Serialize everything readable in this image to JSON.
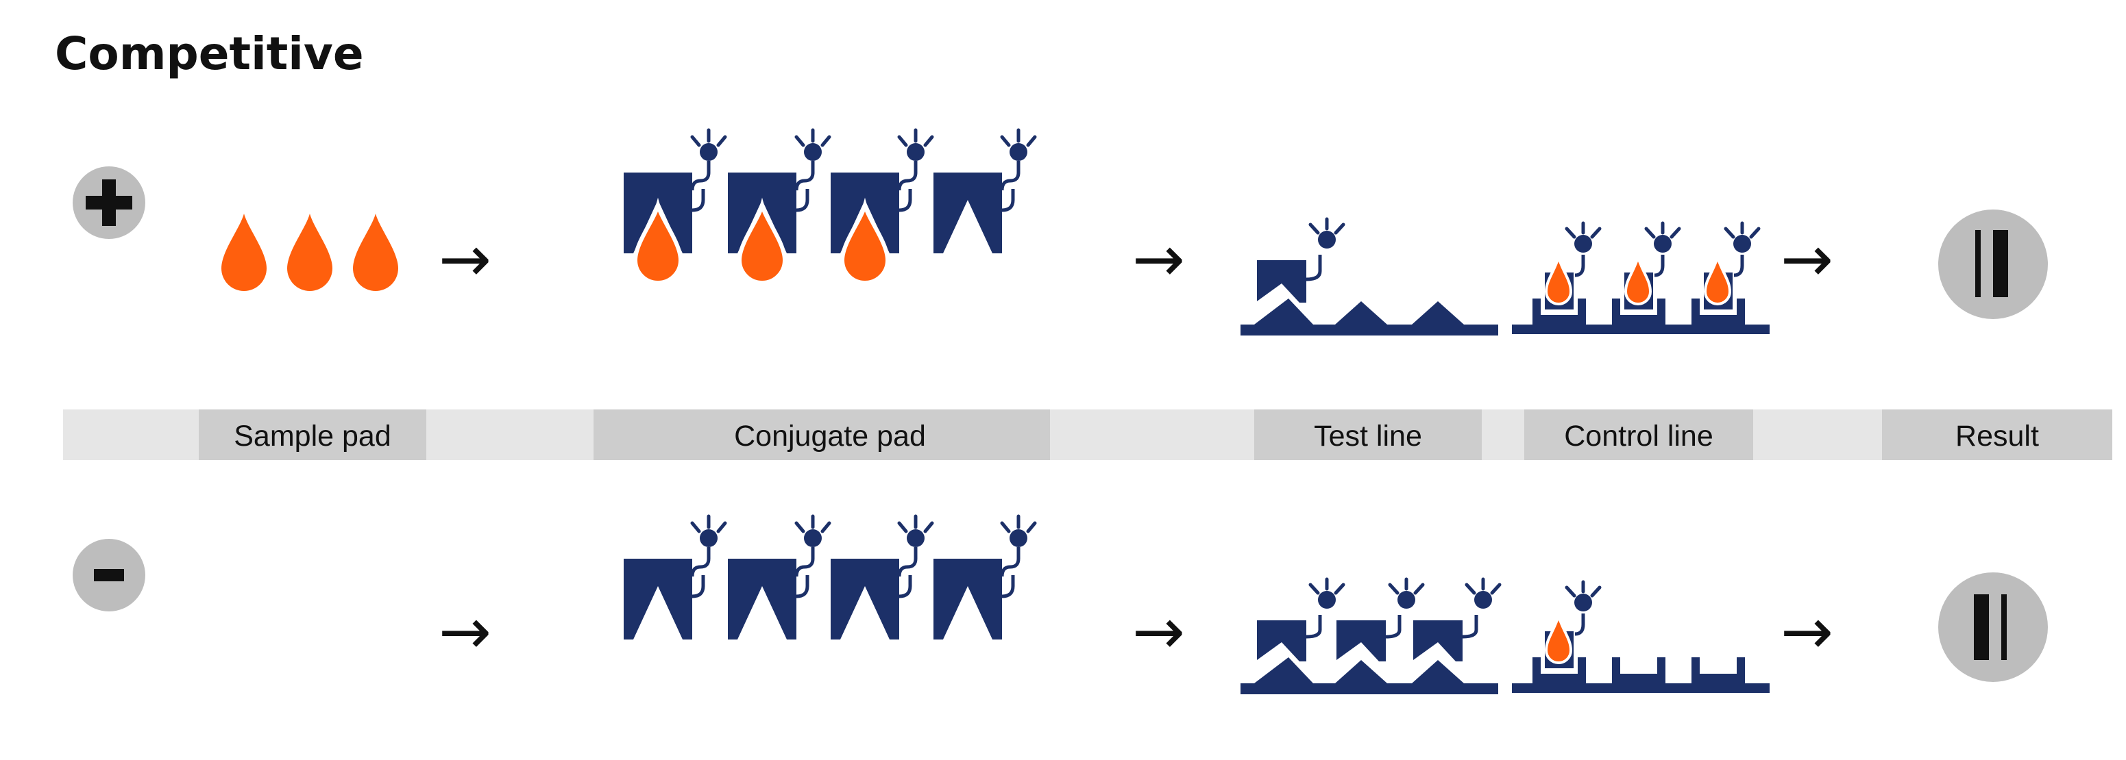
{
  "title": "Competitive",
  "rows": {
    "positive": {
      "sign": "+",
      "sign_icon": "plus-icon"
    },
    "negative": {
      "sign": "–",
      "sign_icon": "minus-icon"
    }
  },
  "strip": {
    "labels": {
      "sample_pad": "Sample pad",
      "conjugate_pad": "Conjugate pad",
      "test_line": "Test line",
      "control_line": "Control line",
      "result": "Result"
    }
  },
  "arrow_glyph": "→",
  "colors": {
    "navy": "#1c3068",
    "orange": "#ff5f0d",
    "strip_light": "#e6e6e6",
    "strip_dark": "#cdcdcd",
    "circle_grey": "#bdbdbd",
    "text": "#111111"
  }
}
